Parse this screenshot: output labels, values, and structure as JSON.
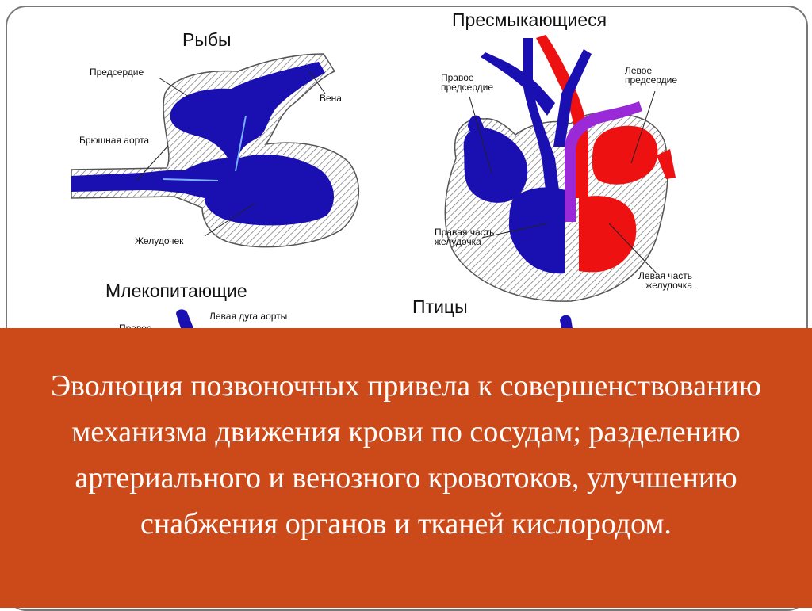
{
  "diagram": {
    "fish": {
      "title": "Рыбы",
      "labels": {
        "atrium": "Предсердие",
        "vein": "Вена",
        "ventral_aorta": "Брюшная аорта",
        "ventricle": "Желудочек"
      }
    },
    "reptiles": {
      "title": "Пресмыкающиеся",
      "labels": {
        "right_atrium": "Правое предсердие",
        "left_atrium": "Левое предсердие",
        "right_ventricle_part": "Правая часть желудочка",
        "left_ventricle_part": "Левая часть желудочка"
      }
    },
    "mammals": {
      "title": "Млекопитающие",
      "labels": {
        "left_aortic_arch": "Левая дуга аорты",
        "partial": "Правое"
      }
    },
    "birds": {
      "title": "Птицы"
    },
    "colors": {
      "venous": "#1a0fb0",
      "arterial": "#ee1111",
      "mixed": "#9a2ad8",
      "outline": "#555555",
      "caption_bg": "#cc4a1a"
    }
  },
  "caption": "Эволюция позвоночных привела к совершенствованию механизма движения крови по сосудам; разделению артериального и венозного кровотоков, улучшению снабжения органов и тканей кислородом."
}
